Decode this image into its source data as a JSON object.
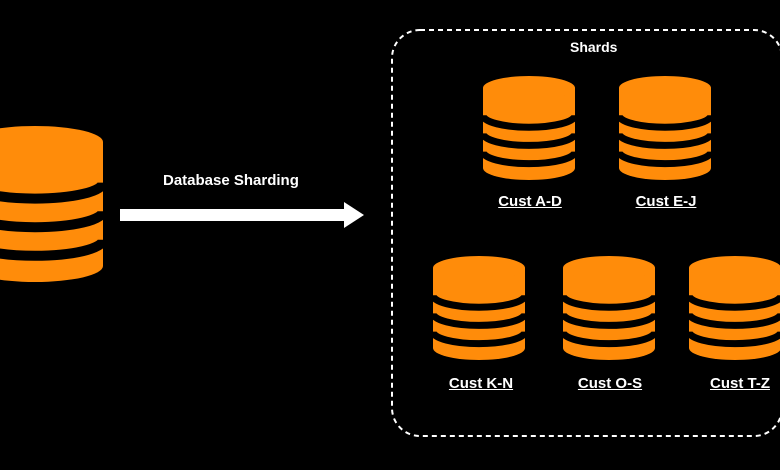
{
  "arrow": {
    "label": "Database Sharding"
  },
  "shards_group": {
    "title": "Shards"
  },
  "shards": [
    {
      "label": "Cust A-D"
    },
    {
      "label": "Cust E-J"
    },
    {
      "label": "Cust K-N"
    },
    {
      "label": "Cust O-S"
    },
    {
      "label": "Cust T-Z"
    }
  ],
  "colors": {
    "background": "#000000",
    "database": "#ff8c0a",
    "text": "#ffffff",
    "border": "#ffffff"
  }
}
